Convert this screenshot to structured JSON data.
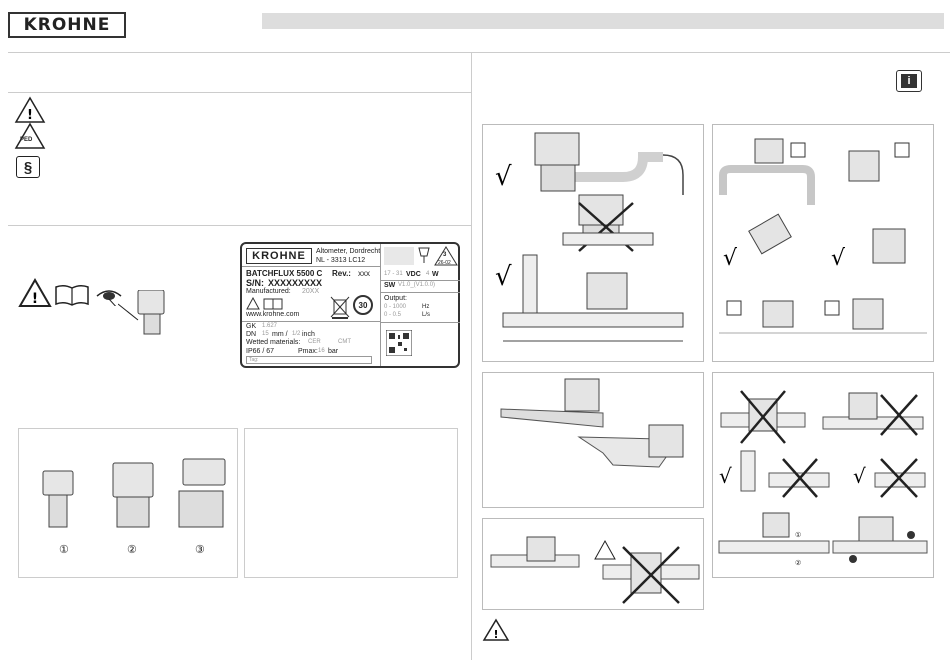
{
  "header": {
    "logo": "KROHNE"
  },
  "nameplate": {
    "brand": "KROHNE",
    "address1": "Altometer, Dordrecht",
    "address2": "NL - 3313 LC12",
    "model": "BATCHFLUX 5500 C",
    "rev_label": "Rev.:",
    "rev_value": "xxx",
    "sn_label": "S/N:",
    "sn_value": "XXXXXXXXX",
    "manufactured_label": "Manufactured:",
    "manufactured_value": "20XX",
    "website": "www.krohne.com",
    "gk_label": "GK",
    "gk_value": "1.627",
    "dn_label": "DN",
    "dn_value_mm": "15",
    "dn_mm_unit": "mm /",
    "dn_value_inch": "1/2",
    "dn_inch_unit": "inch",
    "wetted_label": "Wetted materials:",
    "wetted_1": "CER",
    "wetted_2": "CMT",
    "ip_label": "IP66 / 67",
    "pmax_label": "Pmax:",
    "pmax_value": "16",
    "pmax_unit": "bar",
    "tag_label": "Tag:",
    "supply_range": "17 - 31",
    "supply_unit": "VDC",
    "power_value": "4",
    "power_unit": "W",
    "sw_label": "SW",
    "sw_value": "V1.0_(V1.0.0)",
    "output_label": "Output:",
    "output_1_range": "0 - 1000",
    "output_1_unit": "Hz",
    "output_2_range": "0 - 0.5",
    "output_2_unit": "L/s",
    "years_badge": "30",
    "cert_number": "3",
    "cert_code": "26-02"
  },
  "versions": {
    "v1": "①",
    "v2": "②",
    "v3": "③"
  },
  "icons": {
    "section": "§",
    "info": "i",
    "ped": "PED",
    "check": "√",
    "angle1": "①",
    "angle2": "②"
  }
}
